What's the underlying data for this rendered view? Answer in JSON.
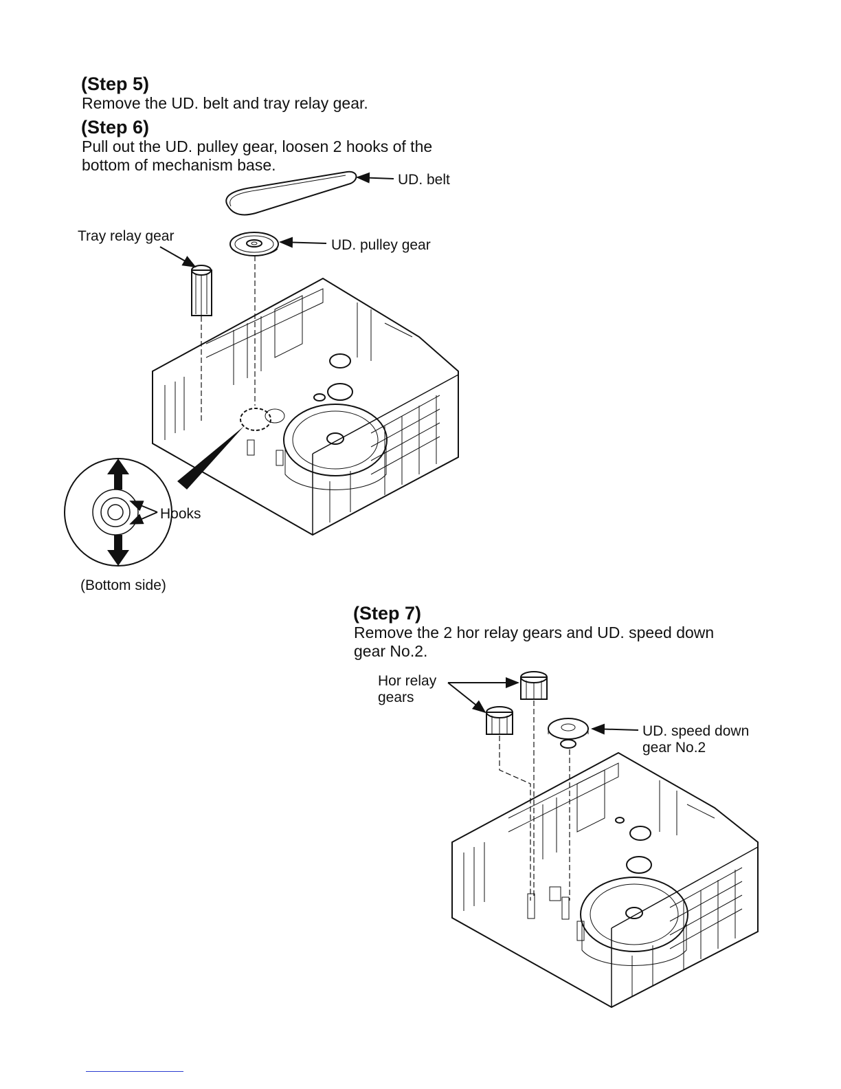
{
  "step5": {
    "title": "(Step 5)",
    "text": "Remove the UD. belt and tray relay gear."
  },
  "step6": {
    "title": "(Step 6)",
    "text_line1": "Pull out the UD. pulley gear, loosen 2 hooks of the",
    "text_line2": "bottom of mechanism base.",
    "labels": {
      "ud_belt": "UD. belt",
      "tray_relay_gear": "Tray relay gear",
      "ud_pulley_gear": "UD. pulley gear",
      "hooks": "Hooks",
      "bottom_side": "(Bottom side)"
    }
  },
  "step7": {
    "title": "(Step 7)",
    "text_line1": "Remove the 2 hor relay gears and UD. speed down",
    "text_line2": "gear No.2.",
    "labels": {
      "hor_relay_line1": "Hor relay",
      "hor_relay_line2": "gears",
      "ud_speed_down_line1": "UD. speed down",
      "ud_speed_down_line2": "gear No.2"
    }
  }
}
